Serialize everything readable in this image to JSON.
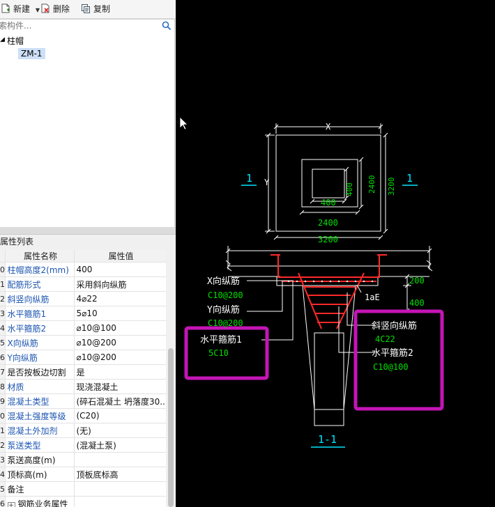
{
  "toolbar": {
    "new_label": "新建",
    "delete_label": "删除",
    "copy_label": "复制"
  },
  "search": {
    "placeholder": "索构件..."
  },
  "tree": {
    "root_label": "柱帽",
    "child_label": "ZM-1"
  },
  "properties": {
    "title": "属性列表",
    "header_name": "属性名称",
    "header_value": "属性值",
    "rows": [
      {
        "num": "0",
        "name": "柱帽高度2(mm)",
        "value": "400",
        "blue": true
      },
      {
        "num": "1",
        "name": "配筋形式",
        "value": "采用斜向纵筋",
        "blue": true
      },
      {
        "num": "2",
        "name": "斜竖向纵筋",
        "value": "4⌀22",
        "blue": true
      },
      {
        "num": "3",
        "name": "水平箍筋1",
        "value": "5⌀10",
        "blue": true
      },
      {
        "num": "4",
        "name": "水平箍筋2",
        "value": "⌀10@100",
        "blue": true
      },
      {
        "num": "5",
        "name": "X向纵筋",
        "value": "⌀10@200",
        "blue": true
      },
      {
        "num": "6",
        "name": "Y向纵筋",
        "value": "⌀10@200",
        "blue": true
      },
      {
        "num": "7",
        "name": "是否按板边切割",
        "value": "是",
        "blue": false
      },
      {
        "num": "8",
        "name": "材质",
        "value": "现浇混凝土",
        "blue": true
      },
      {
        "num": "9",
        "name": "混凝土类型",
        "value": "(碎石混凝土 坍落度30...",
        "blue": true
      },
      {
        "num": "0",
        "name": "混凝土强度等级",
        "value": "(C20)",
        "blue": true
      },
      {
        "num": "1",
        "name": "混凝土外加剂",
        "value": "(无)",
        "blue": true
      },
      {
        "num": "2",
        "name": "泵送类型",
        "value": "(混凝土泵)",
        "blue": true
      },
      {
        "num": "3",
        "name": "泵送高度(m)",
        "value": "",
        "blue": false
      },
      {
        "num": "4",
        "name": "顶标高(m)",
        "value": "顶板底标高",
        "blue": false
      },
      {
        "num": "5",
        "name": "备注",
        "value": "",
        "blue": false
      },
      {
        "num": "6",
        "name": "钢筋业务属性",
        "value": "",
        "blue": false
      }
    ]
  },
  "drawing": {
    "plan": {
      "dim_x": "X",
      "dim_y": "Y",
      "dim_400_v": "400",
      "dim_2400_v": "2400",
      "dim_3200_v": "3200",
      "dim_400_h": "400",
      "dim_2400_h": "2400",
      "dim_3200_h": "3200",
      "section_left": "1",
      "section_right": "1"
    },
    "section": {
      "x_bar_label": "X向纵筋",
      "x_bar_value": "C10@200",
      "y_bar_label": "Y向纵筋",
      "y_bar_value": "C10@200",
      "hoop1_label": "水平箍筋1",
      "hoop1_value": "5C10",
      "diag_label": "斜竖向纵筋",
      "diag_value": "4C22",
      "hoop2_label": "水平箍筋2",
      "hoop2_value": "C10@100",
      "lae": "1aE",
      "dim_200": "200",
      "dim_400": "400",
      "title": "1-1"
    }
  },
  "colors": {
    "cad_white": "#ffffff",
    "cad_green": "#00e000",
    "cad_cyan": "#00e5ff",
    "cad_red": "#ff2a2a",
    "highlight_magenta": "#c415b6"
  }
}
